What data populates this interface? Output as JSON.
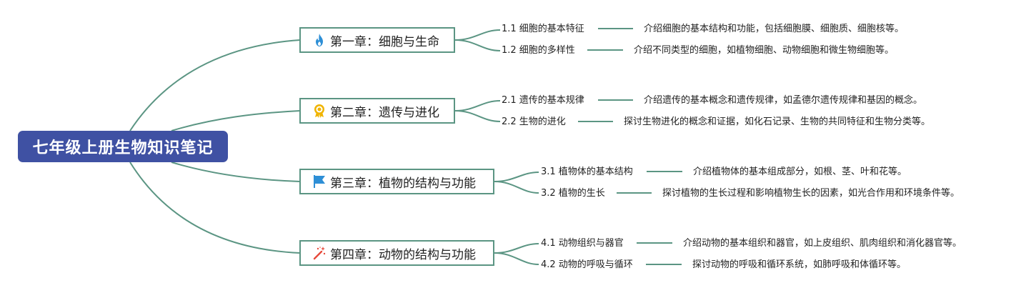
{
  "root": {
    "title": "七年级上册生物知识笔记"
  },
  "chapters": [
    {
      "title": "第一章：细胞与生命",
      "icon": "fire-icon",
      "sections": [
        {
          "title": "1.1 细胞的基本特征",
          "desc": "介绍细胞的基本结构和功能，包括细胞膜、细胞质、细胞核等。"
        },
        {
          "title": "1.2 细胞的多样性",
          "desc": "介绍不同类型的细胞，如植物细胞、动物细胞和微生物细胞等。"
        }
      ]
    },
    {
      "title": "第二章：遗传与进化",
      "icon": "award-ribbon-icon",
      "sections": [
        {
          "title": "2.1 遗传的基本规律",
          "desc": "介绍遗传的基本概念和遗传规律，如孟德尔遗传规律和基因的概念。"
        },
        {
          "title": "2.2 生物的进化",
          "desc": "探讨生物进化的概念和证据，如化石记录、生物的共同特征和生物分类等。"
        }
      ]
    },
    {
      "title": "第三章：植物的结构与功能",
      "icon": "flag-icon",
      "sections": [
        {
          "title": "3.1 植物体的基本结构",
          "desc": "介绍植物体的基本组成部分，如根、茎、叶和花等。"
        },
        {
          "title": "3.2 植物的生长",
          "desc": "探讨植物的生长过程和影响植物生长的因素，如光合作用和环境条件等。"
        }
      ]
    },
    {
      "title": "第四章：动物的结构与功能",
      "icon": "magic-wand-icon",
      "sections": [
        {
          "title": "4.1 动物组织与器官",
          "desc": "介绍动物的基本组织和器官，如上皮组织、肌肉组织和消化器官等。"
        },
        {
          "title": "4.2 动物的呼吸与循环",
          "desc": "探讨动物的呼吸和循环系统，如肺呼吸和体循环等。"
        }
      ]
    }
  ],
  "colors": {
    "root_fill": "#3f51a3",
    "link": "#5b9583",
    "fire": "#2e8fd6",
    "award": "#f0b400",
    "flag": "#2e8fd6",
    "wand": "#e64a3b"
  }
}
